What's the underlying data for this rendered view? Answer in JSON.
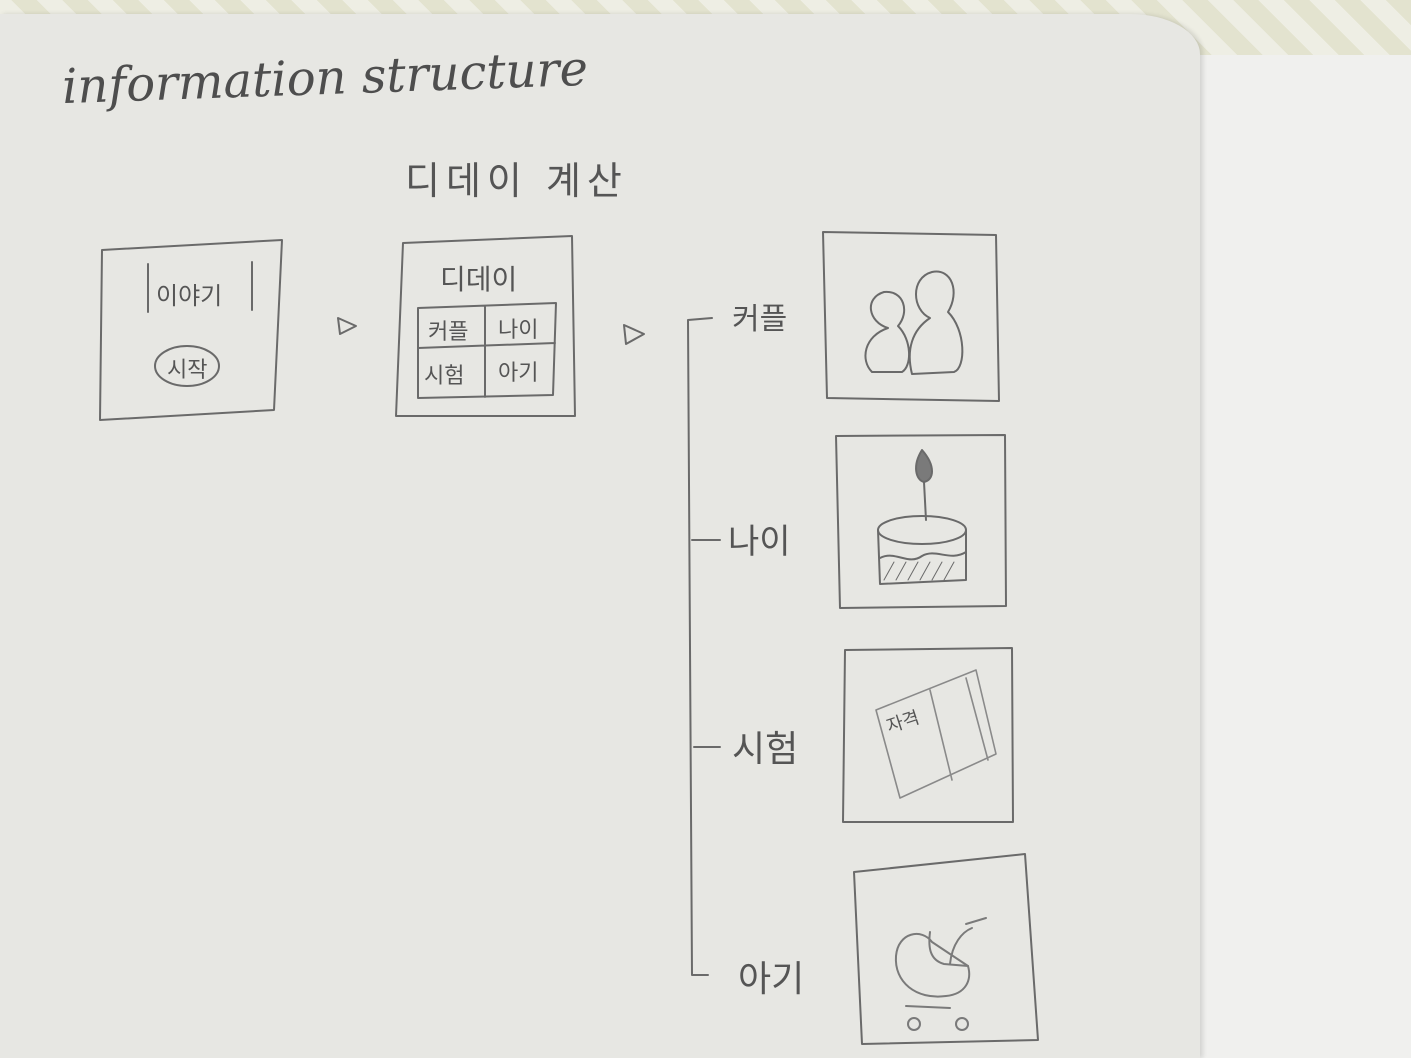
{
  "sketch": {
    "title": "information structure",
    "heading": "디데이 계산",
    "intro_screen": {
      "top_label": "이야기",
      "start_button": "시작"
    },
    "menu_screen": {
      "title": "디데이",
      "cells": [
        "커플",
        "나이",
        "시험",
        "아기"
      ]
    },
    "tree": {
      "branches": [
        {
          "label": "커플",
          "icon": "couple-icon"
        },
        {
          "label": "나이",
          "icon": "birthday-cake-icon"
        },
        {
          "label": "시험",
          "icon": "certificate-icon",
          "card_text": "자격"
        },
        {
          "label": "아기",
          "icon": "baby-stroller-icon"
        }
      ]
    },
    "colors": {
      "pencil": "#5a5a5a",
      "paper": "#e7e7e3",
      "tablecloth": "#e3e3cf"
    }
  }
}
